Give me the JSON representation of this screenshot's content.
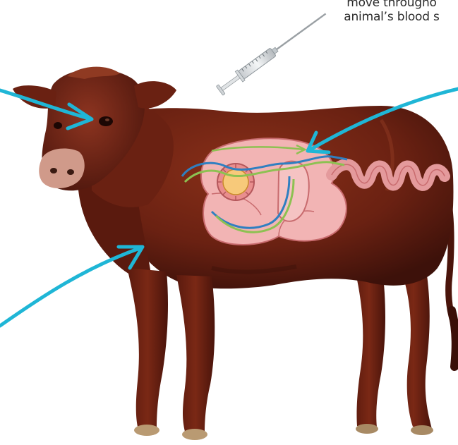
{
  "caption": {
    "line1": "move througho",
    "line2": "animal’s blood s"
  },
  "colors": {
    "cow_body": "#6e2313",
    "cow_dark": "#3f120a",
    "cow_highlight": "#8f3a22",
    "hoof": "#b99a72",
    "gut_pink": "#f0a9a9",
    "gut_dark": "#c86b6e",
    "blood_blue": "#2f7fc1",
    "blood_green": "#8dc152",
    "arrow": "#1fb6d6",
    "syringe": "#9aa3a8"
  },
  "icons": [
    "syringe-icon",
    "cow-illustration",
    "digestive-system-diagram",
    "arrow-icon"
  ]
}
